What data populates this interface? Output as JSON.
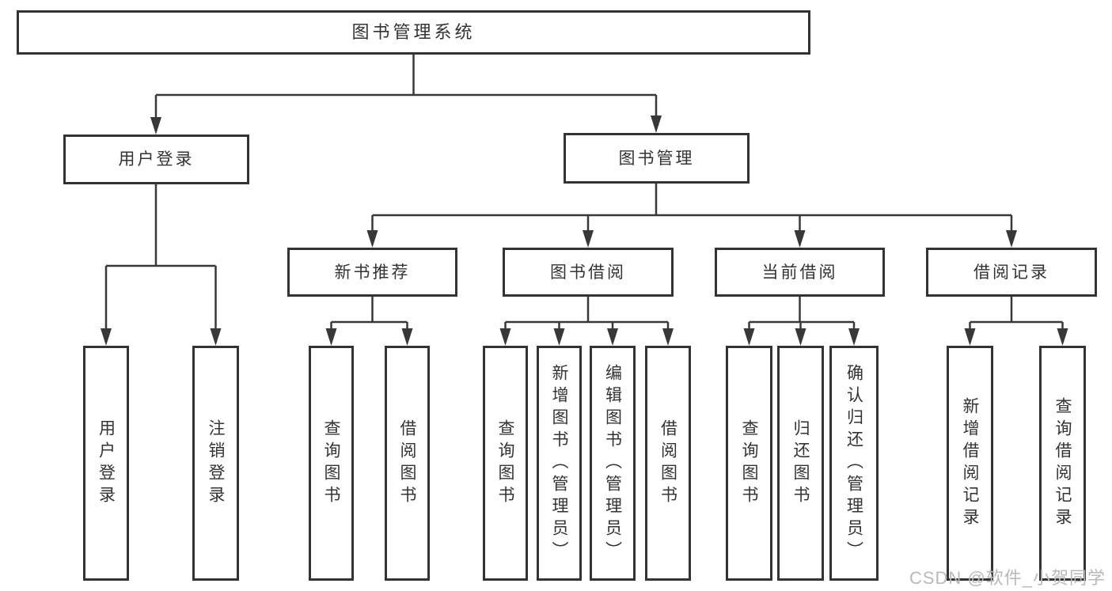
{
  "diagram": {
    "root": {
      "label": "图书管理系统"
    },
    "level2": [
      {
        "label": "用户登录"
      },
      {
        "label": "图书管理"
      }
    ],
    "level3": [
      {
        "label": "新书推荐"
      },
      {
        "label": "图书借阅"
      },
      {
        "label": "当前借阅"
      },
      {
        "label": "借阅记录"
      }
    ],
    "leaves": {
      "user_login": [
        "用户登录",
        "注销登录"
      ],
      "new_book_recommend": [
        "查询图书",
        "借阅图书"
      ],
      "book_borrow": [
        "查询图书",
        "新增图书（管理员）",
        "编辑图书（管理员）",
        "借阅图书"
      ],
      "current_borrow": [
        "查询图书",
        "归还图书",
        "确认归还（管理员）"
      ],
      "borrow_records": [
        "新增借阅记录",
        "查询借阅记录"
      ]
    }
  },
  "watermark": {
    "text": "CSDN @软件_小贺同学"
  },
  "colors": {
    "line": "#383838",
    "box_border": "#333333",
    "box_fill": "#ffffff",
    "text": "#333333",
    "watermark": "#b9b9b9",
    "background": "#ffffff"
  }
}
